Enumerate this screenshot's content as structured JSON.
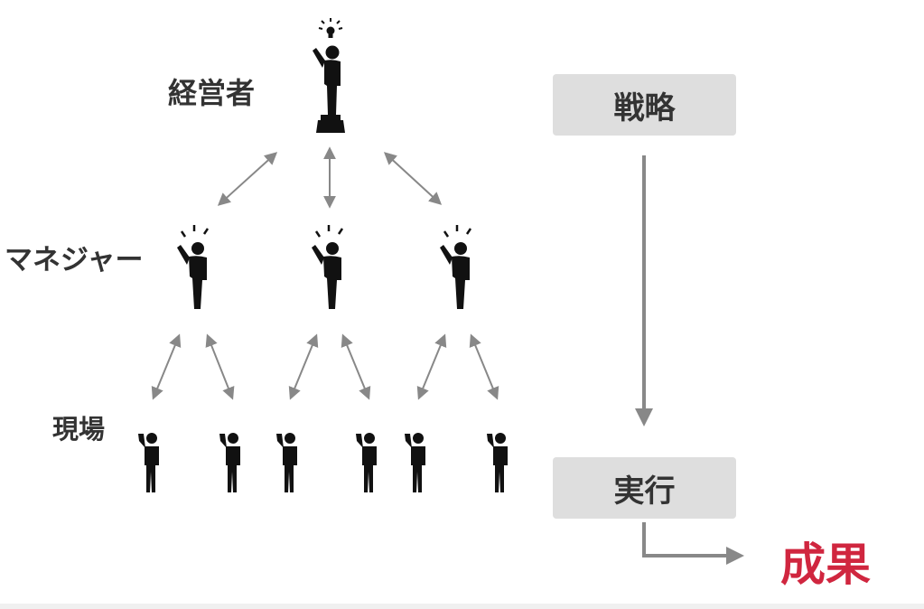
{
  "labels": {
    "executive": "経営者",
    "manager": "マネジャー",
    "field": "現場"
  },
  "flow": {
    "strategy": "戦略",
    "execution": "実行",
    "outcome": "成果"
  },
  "colors": {
    "figure": "#111111",
    "arrow": "#888888",
    "box_bg": "#dedede",
    "outcome": "#d0263f",
    "text": "#333333"
  },
  "icons": {
    "executive": "person-on-pedestal-icon",
    "manager": "person-raising-hand-icon",
    "field": "person-saluting-icon"
  }
}
